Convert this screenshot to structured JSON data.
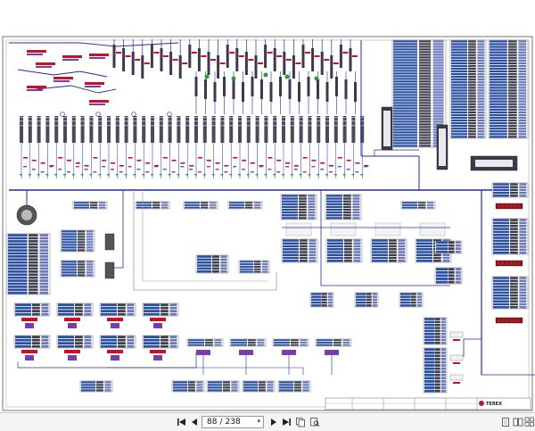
{
  "document": {
    "name": "Electrical schematic sheet",
    "brand": "TEREX"
  },
  "navigation": {
    "current_page": "88",
    "separator": "/",
    "total_pages": "238"
  },
  "toolbar": {
    "icons": [
      "first-page-icon",
      "prev-page-icon",
      "next-page-icon",
      "last-page-icon",
      "copy-icon",
      "search-icon",
      "single-page-view-icon",
      "two-page-view-icon",
      "thumbnail-view-icon"
    ]
  },
  "colors": {
    "wire_blue": "#1f2f9a",
    "wire_gray": "#9aa0a6",
    "connector_dark": "#3a3a4a",
    "label_red": "#c8102e",
    "label_green": "#2e9b3a",
    "label_purple": "#7a3ea8",
    "table_blue": "#2a4fa0"
  }
}
